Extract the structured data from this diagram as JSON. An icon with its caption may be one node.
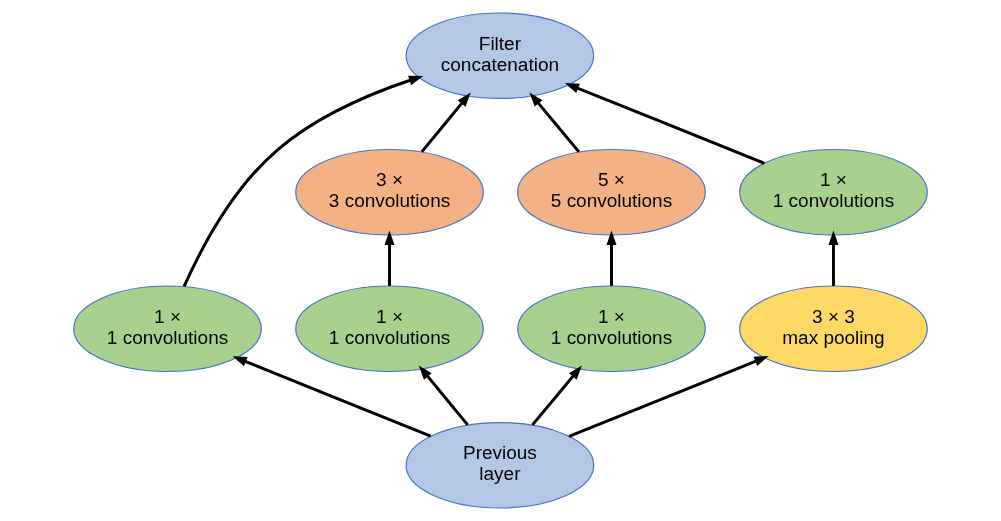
{
  "diagram": {
    "nodes": [
      {
        "text": [
          "Filter concatenation"
        ]
      },
      {
        "text": [
          "1 × 1 convolutions"
        ]
      },
      {
        "text": [
          "3 × 3 convolutions"
        ]
      },
      {
        "text": [
          "5 × 5 convolutions"
        ]
      },
      {
        "text": [
          "1 × 1 convolutions"
        ]
      },
      {
        "text": [
          "1 × 1 convolutions"
        ]
      },
      {
        "text": [
          "1 × 1 convolutions"
        ]
      },
      {
        "text": [
          "3 × 3 max pooling"
        ]
      },
      {
        "text": [
          "Previous layer"
        ]
      }
    ],
    "edges": [
      {
        "from": 8,
        "to": 1,
        "arrow": "to"
      },
      {
        "from": 8,
        "to": 5,
        "arrow": "to"
      },
      {
        "from": 8,
        "to": 6,
        "arrow": "to"
      },
      {
        "from": 8,
        "to": 7,
        "arrow": "to"
      },
      {
        "from": 5,
        "to": 2,
        "arrow": "to"
      },
      {
        "from": 6,
        "to": 3,
        "arrow": "to"
      },
      {
        "from": 7,
        "to": 4,
        "arrow": "to"
      },
      {
        "from": 1,
        "to": 0,
        "arrow": "to"
      },
      {
        "from": 2,
        "to": 0,
        "arrow": "to"
      },
      {
        "from": 3,
        "to": 0,
        "arrow": "to"
      },
      {
        "from": 4,
        "to": 0,
        "arrow": "to"
      }
    ]
  }
}
